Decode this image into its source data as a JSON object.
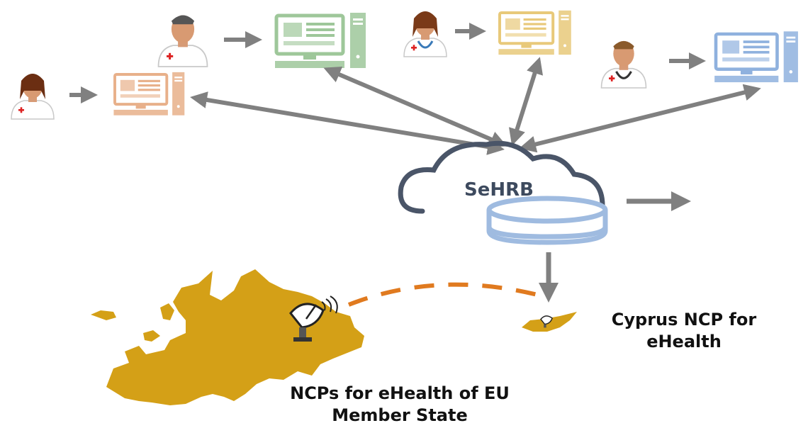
{
  "cloud": {
    "label": "SeHRB"
  },
  "labels": {
    "cyprus_ncp": [
      "Cyprus NCP for",
      "eHealth"
    ],
    "eu_ncps": [
      "NCPs for eHealth of EU",
      "Member State"
    ]
  },
  "colors": {
    "arrow": "#808080",
    "cloud_outline": "#4a5568",
    "database": "#9fbbe0",
    "map": "#d4a017",
    "dashed_link": "#e07a1f",
    "workstation_orange": "#e8b08a",
    "workstation_green": "#9ec79a",
    "workstation_yellow": "#e8c97a",
    "workstation_blue": "#8fb1de"
  },
  "actors": [
    {
      "id": "doctor-female-left",
      "workstation_color": "orange"
    },
    {
      "id": "doctor-male-top",
      "workstation_color": "green"
    },
    {
      "id": "nurse-female-top",
      "workstation_color": "yellow"
    },
    {
      "id": "doctor-male-right",
      "workstation_color": "blue"
    }
  ]
}
